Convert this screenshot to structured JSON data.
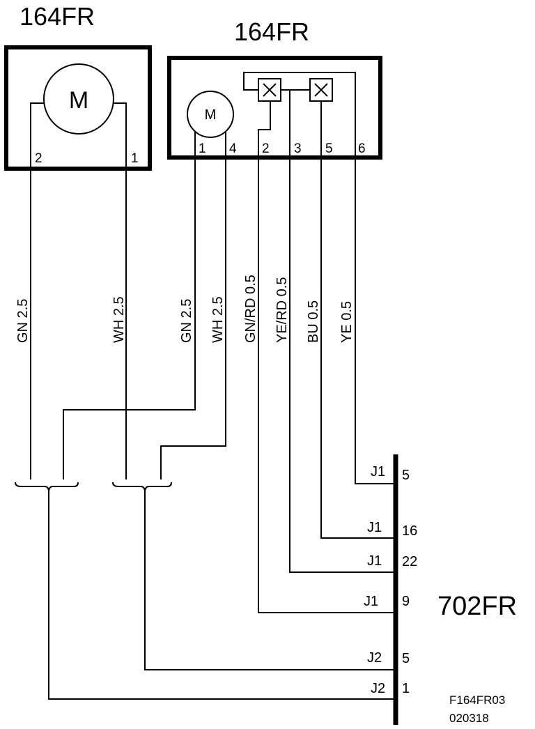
{
  "component_left": {
    "title": "164FR",
    "motor_label": "M",
    "pins": [
      "2",
      "1"
    ]
  },
  "component_right": {
    "title": "164FR",
    "motor_label": "M",
    "pins": [
      "1",
      "4",
      "2",
      "3",
      "5",
      "6"
    ]
  },
  "wire_labels": [
    "GN  2.5",
    "WH  2.5",
    "GN  2.5",
    "WH  2.5",
    "GN/RD  0.5",
    "YE/RD  0.5",
    "BU  0.5",
    "YE  0.5"
  ],
  "connector": {
    "name": "702FR",
    "pins": [
      {
        "conn": "J1",
        "pin": "5"
      },
      {
        "conn": "J1",
        "pin": "16"
      },
      {
        "conn": "J1",
        "pin": "22"
      },
      {
        "conn": "J1",
        "pin": "9"
      },
      {
        "conn": "J2",
        "pin": "5"
      },
      {
        "conn": "J2",
        "pin": "1"
      }
    ]
  },
  "footer": {
    "ref": "F164FR03",
    "date": "020318"
  }
}
